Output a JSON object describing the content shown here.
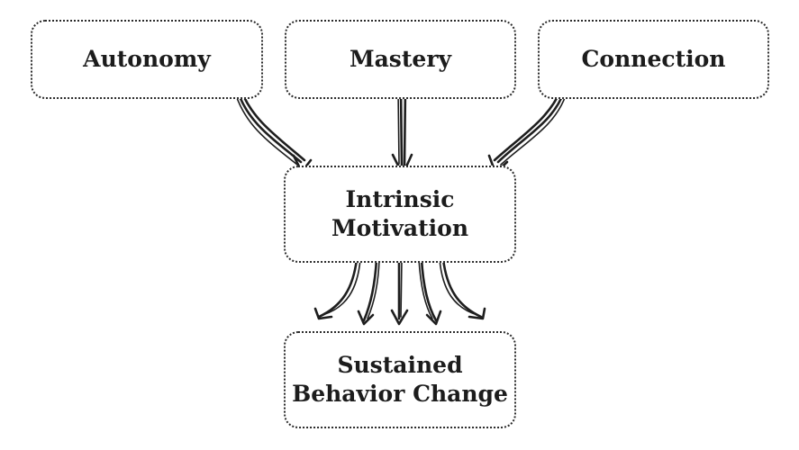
{
  "diagram": {
    "nodes": {
      "autonomy": {
        "lines": [
          "Autonomy"
        ]
      },
      "mastery": {
        "lines": [
          "Mastery"
        ]
      },
      "connection": {
        "lines": [
          "Connection"
        ]
      },
      "intrinsic": {
        "lines": [
          "Intrinsic",
          "Motivation"
        ]
      },
      "sustained": {
        "lines": [
          "Sustained",
          "Behavior Change"
        ]
      }
    },
    "edges": [
      {
        "from": "autonomy",
        "to": "intrinsic"
      },
      {
        "from": "mastery",
        "to": "intrinsic"
      },
      {
        "from": "connection",
        "to": "intrinsic"
      },
      {
        "from": "intrinsic",
        "to": "sustained"
      }
    ],
    "style": {
      "stroke_color": "#1e1e1e",
      "text_color": "#1c1c1c",
      "background": "#ffffff",
      "border": "dotted"
    }
  }
}
